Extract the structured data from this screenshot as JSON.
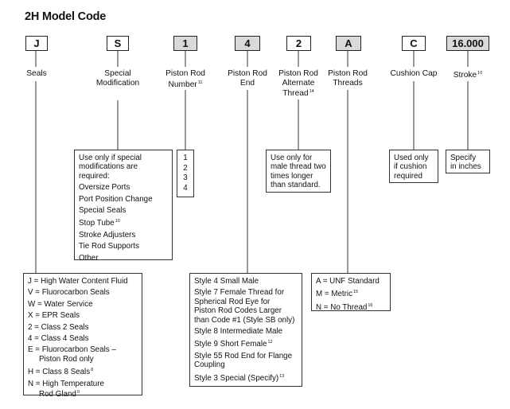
{
  "title": "2H Model Code",
  "codes": [
    {
      "value": "J",
      "shaded": false,
      "label": [
        "Seals"
      ],
      "sup": ""
    },
    {
      "value": "S",
      "shaded": false,
      "label": [
        "Special",
        "Modification"
      ],
      "sup": ""
    },
    {
      "value": "1",
      "shaded": true,
      "label": [
        "Piston Rod",
        "Number"
      ],
      "sup": "11"
    },
    {
      "value": "4",
      "shaded": true,
      "label": [
        "Piston Rod",
        "End"
      ],
      "sup": ""
    },
    {
      "value": "2",
      "shaded": false,
      "label": [
        "Piston Rod",
        "Alternate",
        "Thread"
      ],
      "sup": "14"
    },
    {
      "value": "A",
      "shaded": true,
      "label": [
        "Piston Rod",
        "Threads"
      ],
      "sup": ""
    },
    {
      "value": "C",
      "shaded": false,
      "label": [
        "Cushion Cap"
      ],
      "sup": ""
    },
    {
      "value": "16.000",
      "shaded": true,
      "label": [
        "Stroke"
      ],
      "sup": "10"
    }
  ],
  "special_box": {
    "intro": [
      "Use only if special",
      "modifications are",
      "required:"
    ],
    "items": [
      {
        "text": "Oversize Ports",
        "sup": ""
      },
      {
        "text": "Port Position Change",
        "sup": ""
      },
      {
        "text": "Special Seals",
        "sup": ""
      },
      {
        "text": "Stop Tube",
        "sup": "10"
      },
      {
        "text": "Stroke Adjusters",
        "sup": ""
      },
      {
        "text": "Tie Rod Supports",
        "sup": ""
      },
      {
        "text": "Other",
        "sup": ""
      }
    ]
  },
  "rod_number_box": {
    "items": [
      "1",
      "2",
      "3",
      "4"
    ]
  },
  "alternate_thread_box": {
    "lines": [
      "Use only for",
      "male thread two",
      "times longer",
      "than standard."
    ]
  },
  "cushion_box": {
    "lines": [
      "Used only",
      "if cushion",
      "required"
    ]
  },
  "stroke_box": {
    "lines": [
      "Specify",
      "in inches"
    ]
  },
  "seals_box": {
    "items": [
      {
        "lines": [
          "J = High Water Content Fluid"
        ],
        "sup": ""
      },
      {
        "lines": [
          "V = Fluorocarbon Seals"
        ],
        "sup": ""
      },
      {
        "lines": [
          "W = Water Service"
        ],
        "sup": ""
      },
      {
        "lines": [
          "X = EPR Seals"
        ],
        "sup": ""
      },
      {
        "lines": [
          "2 = Class 2 Seals"
        ],
        "sup": ""
      },
      {
        "lines": [
          "4 = Class 4 Seals"
        ],
        "sup": ""
      },
      {
        "lines": [
          "E = Fluorocarbon Seals –",
          "Piston Rod only"
        ],
        "sup": ""
      },
      {
        "lines": [
          "H = Class 8 Seals"
        ],
        "sup": "8"
      },
      {
        "lines": [
          "N = High Temperature",
          "Rod Gland"
        ],
        "sup": "9"
      }
    ]
  },
  "rod_end_box": {
    "items": [
      {
        "lines": [
          "Style 4 Small Male"
        ],
        "sup": ""
      },
      {
        "lines": [
          "Style 7 Female Thread for",
          "Spherical Rod Eye for",
          "Piston Rod Codes Larger",
          "than Code #1 (Style SB only)"
        ],
        "sup": ""
      },
      {
        "lines": [
          "Style 8 Intermediate Male"
        ],
        "sup": ""
      },
      {
        "lines": [
          "Style 9 Short Female"
        ],
        "sup": "12"
      },
      {
        "lines": [
          "Style 55 Rod End for Flange",
          "Coupling"
        ],
        "sup": ""
      },
      {
        "lines": [
          "Style 3 Special (Specify)"
        ],
        "sup": "13"
      }
    ]
  },
  "threads_box": {
    "items": [
      {
        "lines": [
          "A = UNF Standard"
        ],
        "sup": ""
      },
      {
        "lines": [
          "M = Metric"
        ],
        "sup": "15"
      },
      {
        "lines": [
          "N = No Thread"
        ],
        "sup": "16"
      }
    ]
  }
}
